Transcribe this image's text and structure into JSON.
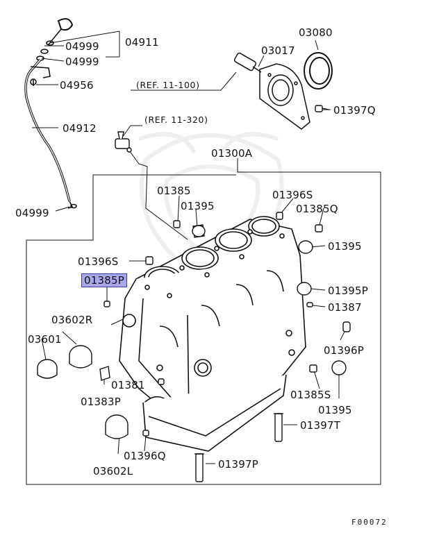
{
  "references": {
    "ref_11_100": "(REF. 11-100)",
    "ref_11_320": "(REF. 11-320)"
  },
  "parts": {
    "p04911": "04911",
    "p04999_a": "04999",
    "p04999_b": "04999",
    "p04956": "04956",
    "p04912": "04912",
    "p04999_c": "04999",
    "p03080": "03080",
    "p03017": "03017",
    "p01397Q": "01397Q",
    "p01300A": "01300A",
    "p01385": "01385",
    "p01395_top": "01395",
    "p01396S_top": "01396S",
    "p01385Q": "01385Q",
    "p01395_right": "01395",
    "p01396S_left": "01396S",
    "p01385P": "01385P",
    "p01395P": "01395P",
    "p01387": "01387",
    "p03602R": "03602R",
    "p03601": "03601",
    "p01396P": "01396P",
    "p01381": "01381",
    "p01383P": "01383P",
    "p01385S": "01385S",
    "p01395_bottom": "01395",
    "p01397T": "01397T",
    "p03602L": "03602L",
    "p01396Q": "01396Q",
    "p01397P": "01397P"
  },
  "figure_number": "F00072",
  "colors": {
    "highlight_fill": "#a9a8ea",
    "highlight_border": "#3a39a8",
    "line": "#111111"
  }
}
